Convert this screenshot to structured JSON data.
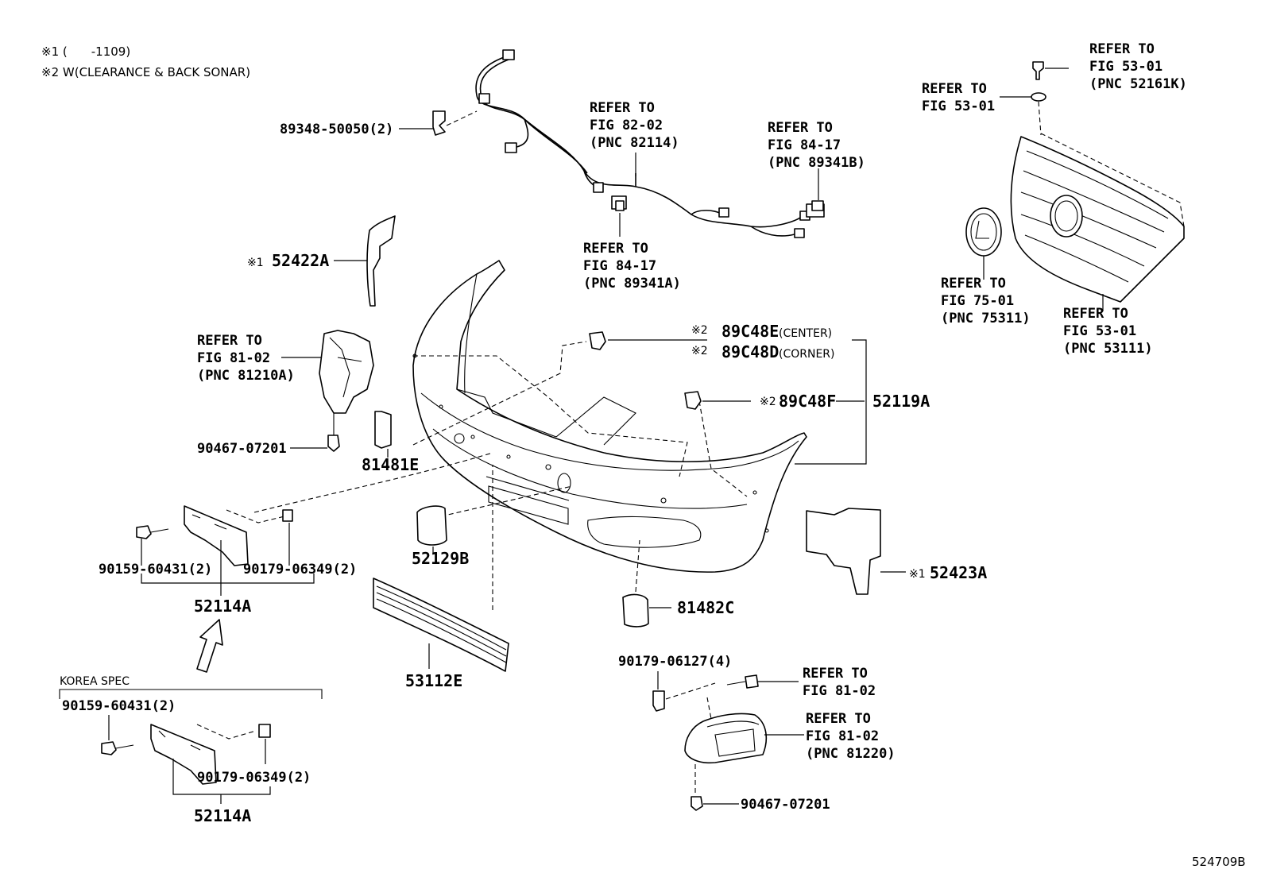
{
  "notes": {
    "note1": "※1 (　　-1109)",
    "note2": "※2 W(CLEARANCE & BACK SONAR)"
  },
  "labels": {
    "clip_89348": "89348-50050(2)",
    "ref_82_02_l1": "REFER TO",
    "ref_82_02_l2": "FIG 82-02",
    "ref_82_02_l3": "(PNC 82114)",
    "ref_84_17b_l1": "REFER TO",
    "ref_84_17b_l2": "FIG 84-17",
    "ref_84_17b_l3": "(PNC 89341B)",
    "ref_84_17a_l1": "REFER TO",
    "ref_84_17a_l2": "FIG 84-17",
    "ref_84_17a_l3": "(PNC 89341A)",
    "ref_53_01k_l1": "REFER TO",
    "ref_53_01k_l2": "FIG 53-01",
    "ref_53_01k_l3": "(PNC 52161K)",
    "ref_53_01_l1": "REFER TO",
    "ref_53_01_l2": "FIG 53-01",
    "ref_75_01_l1": "REFER TO",
    "ref_75_01_l2": "FIG 75-01",
    "ref_75_01_l3": "(PNC 75311)",
    "ref_53_01g_l1": "REFER TO",
    "ref_53_01g_l2": "FIG 53-01",
    "ref_53_01g_l3": "(PNC 53111)",
    "p52422A_mark": "※1",
    "p52422A": "52422A",
    "ref_81_02a_l1": "REFER TO",
    "ref_81_02a_l2": "FIG 81-02",
    "ref_81_02a_l3": "(PNC 81210A)",
    "p89C48E_mark": "※2",
    "p89C48E": "89C48E",
    "p89C48E_note": "(CENTER)",
    "p89C48D_mark": "※2",
    "p89C48D": "89C48D",
    "p89C48D_note": "(CORNER)",
    "p89C48F_mark": "※2",
    "p89C48F": "89C48F",
    "p52119A": "52119A",
    "p90467_top": "90467-07201",
    "p81481E": "81481E",
    "p52129B": "52129B",
    "p90159_main": "90159-60431(2)",
    "p90179_main": "90179-06349(2)",
    "p52114A_main": "52114A",
    "p52423A_mark": "※1",
    "p52423A": "52423A",
    "p81482C": "81482C",
    "p53112E": "53112E",
    "korea_spec": "KOREA SPEC",
    "p90159_korea": "90159-60431(2)",
    "p90179_korea": "90179-06349(2)",
    "p52114A_korea": "52114A",
    "p90179_06127": "90179-06127(4)",
    "ref_81_02b_l1": "REFER TO",
    "ref_81_02b_l2": "FIG 81-02",
    "ref_81_02c_l1": "REFER TO",
    "ref_81_02c_l2": "FIG 81-02",
    "ref_81_02c_l3": "(PNC 81220)",
    "p90467_bottom": "90467-07201",
    "figure_code": "524709B"
  }
}
